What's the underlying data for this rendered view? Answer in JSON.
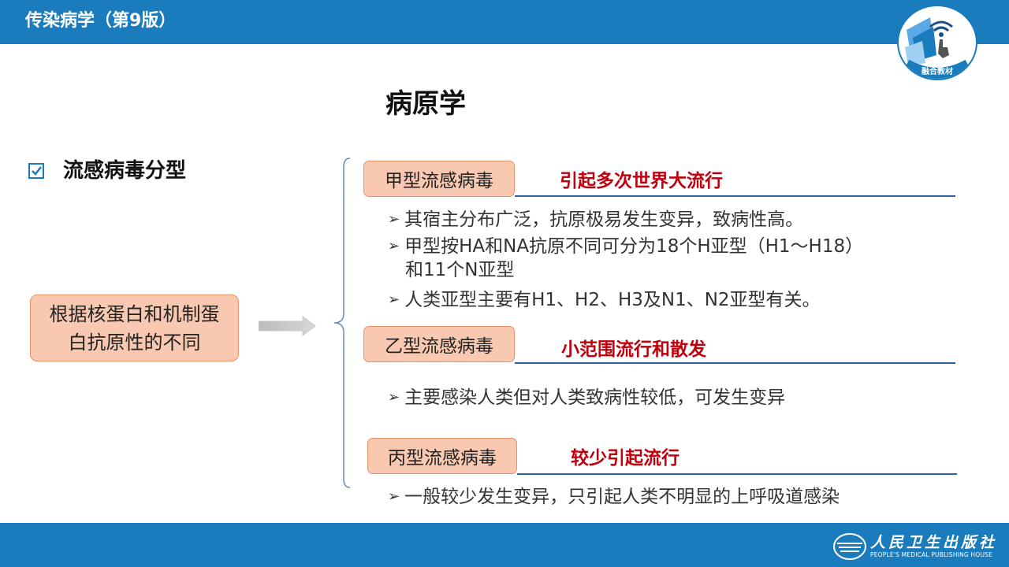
{
  "header": {
    "book_title": "传染病学（第9版）",
    "badge_text": "融合教材"
  },
  "slide": {
    "title": "病原学"
  },
  "checklist": {
    "item": "流感病毒分型"
  },
  "basis": {
    "text": "根据核蛋白和机制蛋白抗原性的不同"
  },
  "types": [
    {
      "label": "甲型流感病毒",
      "desc": "引起多次世界大流行",
      "bullets": [
        "其宿主分布广泛，抗原极易发生变异，致病性高。",
        "甲型按HA和NA抗原不同可分为18个H亚型（H1～H18）",
        "和11个N亚型",
        "人类亚型主要有H1、H2、H3及N1、N2亚型有关。"
      ]
    },
    {
      "label": "乙型流感病毒",
      "desc": "小范围流行和散发",
      "bullets": [
        "主要感染人类但对人类致病性较低，可发生变异"
      ]
    },
    {
      "label": "丙型流感病毒",
      "desc": "较少引起流行",
      "bullets": [
        "一般较少发生变异，只引起人类不明显的上呼吸道感染"
      ]
    }
  ],
  "footer": {
    "publisher_cn": "人民卫生出版社",
    "publisher_en": "PEOPLE'S MEDICAL PUBLISHING HOUSE"
  },
  "colors": {
    "bar": "#1a7bbd",
    "label_fill": "#f9c8b0",
    "label_border": "#e8926a",
    "highlight": "#c0000c",
    "rule": "#2e5fa8"
  },
  "icons": {
    "badge": "wifi-hand-icon",
    "check": "checkbox-icon",
    "arrow": "right-arrow-icon",
    "bullet": "triangle-bullet-icon"
  }
}
